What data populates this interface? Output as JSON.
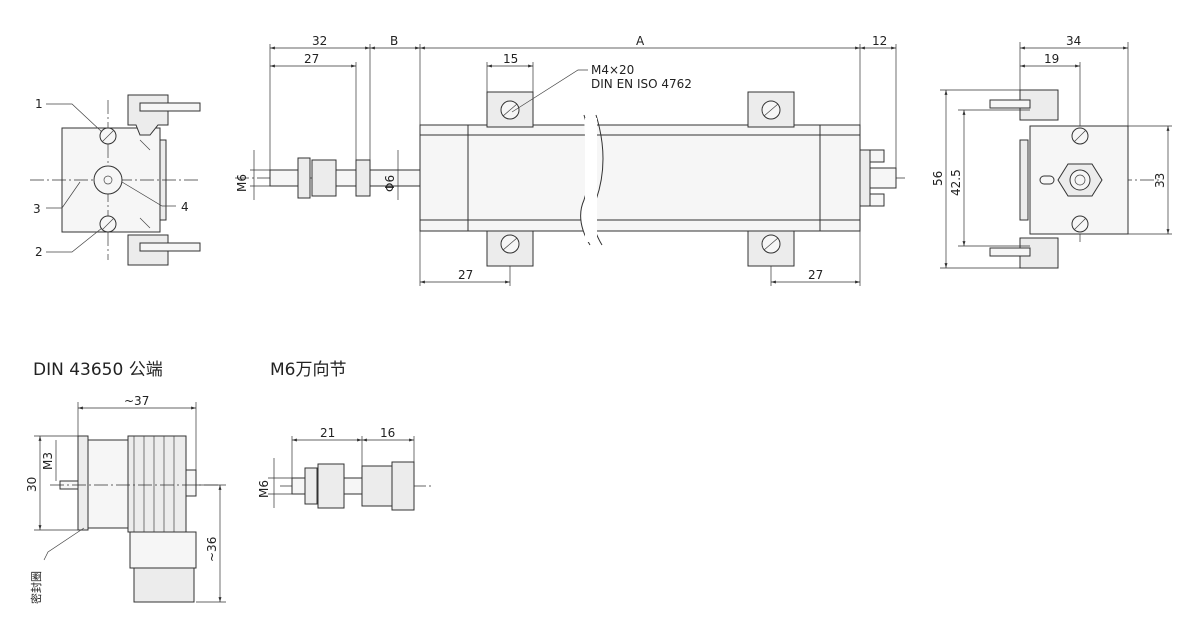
{
  "main_drawing": {
    "dims": {
      "d32": "32",
      "dB": "B",
      "dA": "A",
      "d12": "12",
      "d27_top": "27",
      "d15": "15",
      "dM6": "M6",
      "dphi6": "Φ6",
      "d27_left": "27",
      "d27_right": "27"
    },
    "screw_note_1": "M4×20",
    "screw_note_2": "DIN EN ISO 4762"
  },
  "left_view": {
    "callout_1": "1",
    "callout_2": "2",
    "callout_3": "3",
    "callout_4": "4"
  },
  "right_view": {
    "d34": "34",
    "d19": "19",
    "d56": "56",
    "d42_5": "42.5",
    "d33": "33"
  },
  "connector": {
    "title": "DIN 43650 公端",
    "d37": "~37",
    "d30": "30",
    "dM3": "M3",
    "d36": "~36",
    "seal_label": "密封圈"
  },
  "joint": {
    "title": "M6万向节",
    "d21": "21",
    "d16": "16",
    "dM6": "M6"
  }
}
